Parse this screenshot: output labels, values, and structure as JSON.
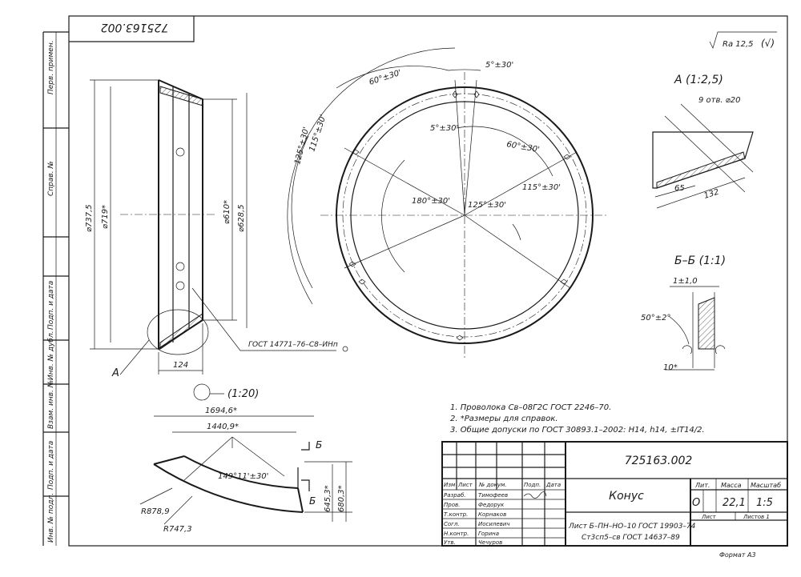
{
  "drawing_number": "725163.002",
  "roughness": "Ra 12,5",
  "side_labels": [
    "Перв. примен.",
    "Справ. №",
    "Подп. и дата",
    "Инв. № дубл.",
    "Взам. инв. №",
    "Подп. и дата",
    "Инв. № подл."
  ],
  "main_view": {
    "dims": [
      "⌀737,5",
      "⌀719*",
      "⌀610*",
      "⌀628,5",
      "124"
    ],
    "callout_a": "А",
    "weld_note": "ГОСТ 14771–76–С8–ИНп"
  },
  "circle_view": {
    "angles": [
      "5°±30'",
      "60°±30'",
      "115°±30'",
      "125°±30'",
      "5°±30'",
      "60°±30'",
      "115°±30'",
      "180°±30'",
      "125°±30'"
    ]
  },
  "detail_a": {
    "title": "А (1:2,5)",
    "holes": "9 отв. ⌀20",
    "dims": [
      "65",
      "132"
    ]
  },
  "section_bb": {
    "title": "Б–Б (1:1)",
    "dims": [
      "1±1,0",
      "50°±2°",
      "10*"
    ]
  },
  "flat_pattern": {
    "scale": "(1:20)",
    "dims": [
      "1694,6*",
      "1440,9*",
      "149°11'±30'",
      "R878,9",
      "R747,3",
      "645,3*",
      "680,3*"
    ],
    "section_marks": [
      "Б",
      "Б"
    ]
  },
  "notes": [
    "1. Проволока Св–08Г2С ГОСТ 2246–70.",
    "2. *Размеры для справок.",
    "3. Общие допуски по ГОСТ 30893.1–2002: H14, h14, ±IT14/2."
  ],
  "title_block": {
    "number": "725163.002",
    "name": "Конус",
    "header": {
      "izm": "Изм",
      "list": "Лист",
      "doc": "№ докум.",
      "sign": "Подп.",
      "date": "Дата"
    },
    "roles": [
      "Разраб.",
      "Пров.",
      "Т.контр.",
      "Согл.",
      "Н.контр.",
      "Утв."
    ],
    "people": [
      "Тимофеев",
      "Федорук",
      "Корнаков",
      "Иосилевич",
      "Горина",
      "Чечуров"
    ],
    "material": [
      "Лист Б–ПН–НО–10 ГОСТ 19903–74",
      "Ст3сп5–св ГОСТ 14637–89"
    ],
    "lit_label": "Лит.",
    "mass_label": "Масса",
    "scale_label": "Масштаб",
    "lit_value": "О",
    "mass": "22,1",
    "scale": "1:5",
    "sheet_label": "Лист",
    "sheets_label": "Листов 1"
  },
  "format": "Формат А3"
}
